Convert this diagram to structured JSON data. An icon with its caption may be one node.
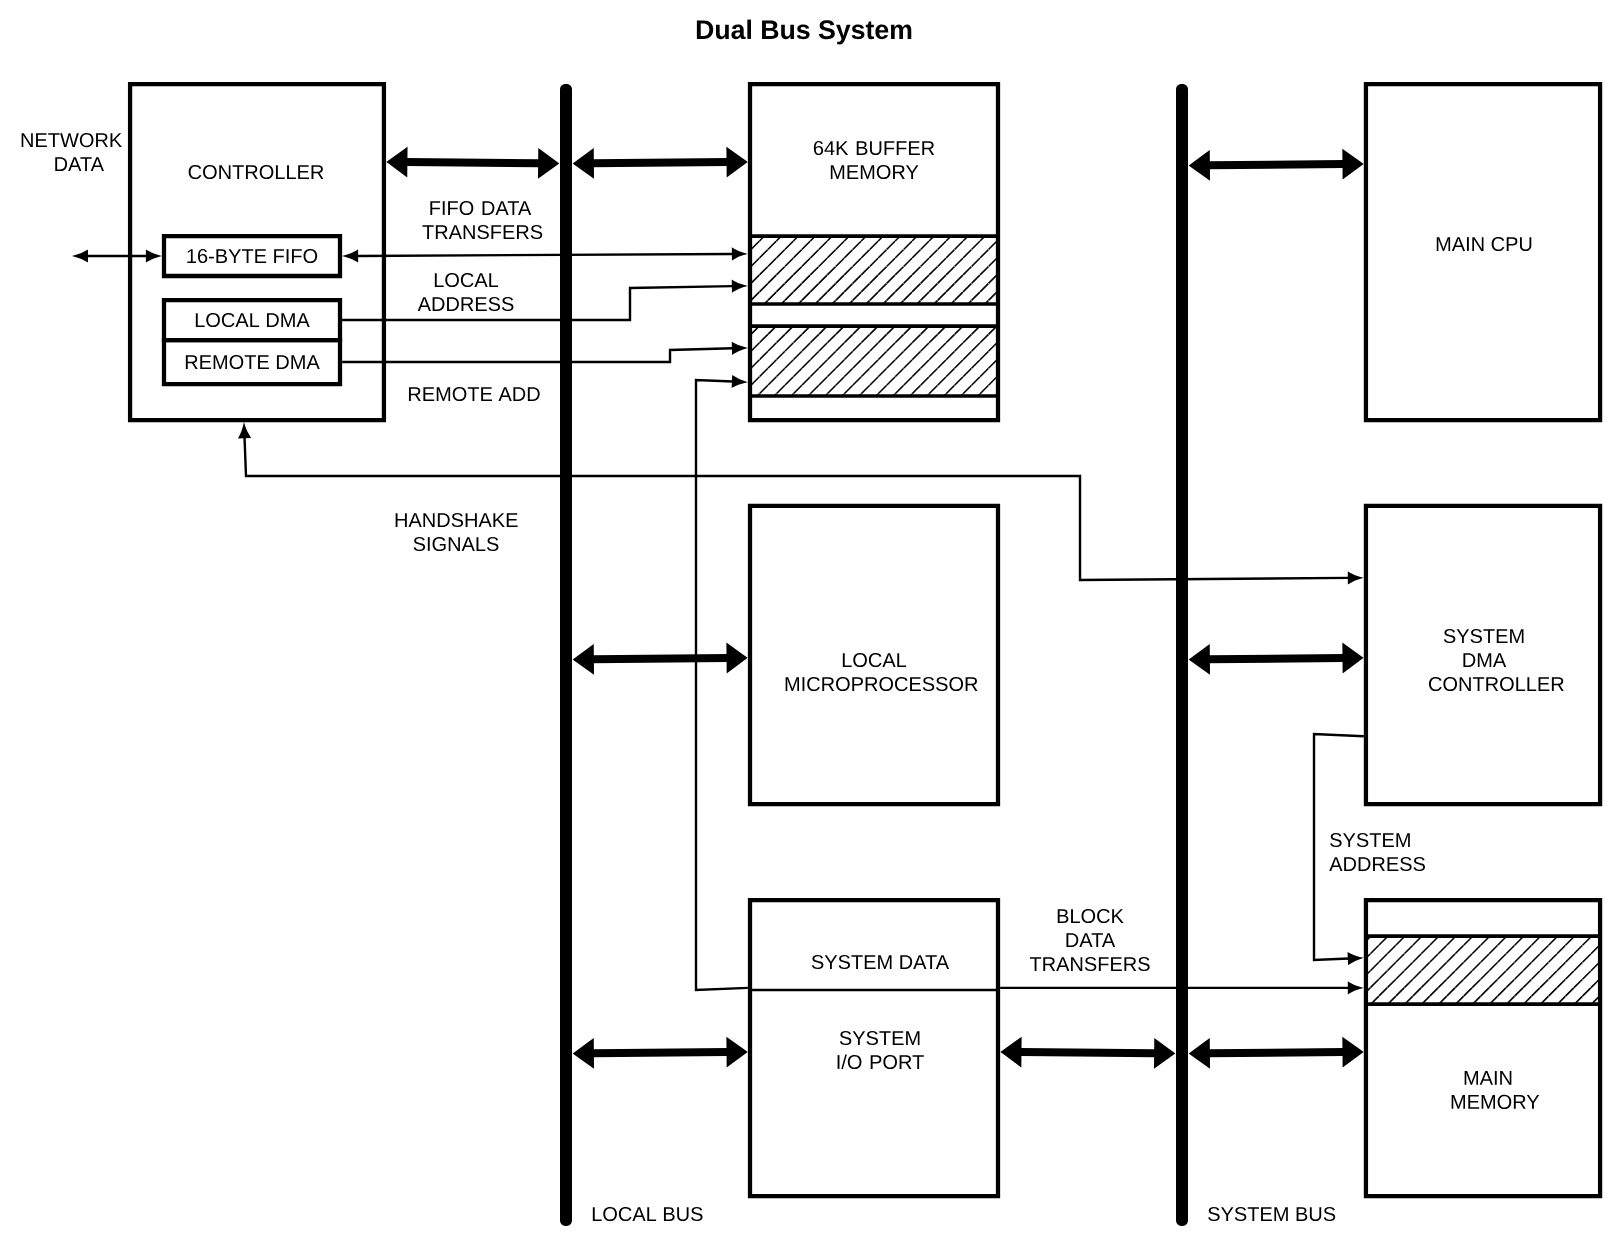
{
  "diagram": {
    "title": "Dual Bus System",
    "nodes": [
      {
        "text": [
          "CONTROLLER"
        ]
      },
      {
        "text": [
          "16-BYTE FIFO"
        ],
        "in": 0
      },
      {
        "text": [
          "LOCAL DMA"
        ],
        "in": 0
      },
      {
        "text": [
          "REMOTE DMA"
        ],
        "in": 0
      },
      {
        "text": [
          "LOCAL BUS"
        ]
      },
      {
        "text": [
          "64K BUFFER MEMORY"
        ]
      },
      {
        "text": [
          "SYSTEM BUS"
        ]
      },
      {
        "text": [
          "MAIN CPU"
        ]
      },
      {
        "text": [
          "LOCAL MICROPROCESSOR"
        ]
      },
      {
        "text": [
          "SYSTEM DMA CONTROLLER"
        ]
      },
      {
        "text": [
          "SYSTEM DATA",
          "SYSTEM I/O PORT"
        ]
      },
      {
        "text": [
          "MAIN MEMORY"
        ]
      }
    ],
    "edges": [
      {
        "from": null,
        "to": 1,
        "arrow": "both",
        "label": "NETWORK DATA"
      },
      {
        "from": 0,
        "to": 4,
        "arrow": "both",
        "style": "thick"
      },
      {
        "from": 4,
        "to": 5,
        "arrow": "both",
        "style": "thick"
      },
      {
        "from": 6,
        "to": 7,
        "arrow": "both",
        "style": "thick"
      },
      {
        "from": 1,
        "to": 5,
        "arrow": "both",
        "label": "FIFO DATA TRANSFERS"
      },
      {
        "from": 2,
        "to": 5,
        "arrow": "to",
        "label": "LOCAL ADDRESS"
      },
      {
        "from": 3,
        "to": 5,
        "arrow": "to",
        "label": "REMOTE ADD"
      },
      {
        "from": 0,
        "to": 9,
        "arrow": "both",
        "label": "HANDSHAKE SIGNALS"
      },
      {
        "from": 4,
        "to": 8,
        "arrow": "both",
        "style": "thick"
      },
      {
        "from": 6,
        "to": 9,
        "arrow": "both",
        "style": "thick"
      },
      {
        "from": 4,
        "to": 10,
        "arrow": "both",
        "style": "thick"
      },
      {
        "from": 10,
        "to": 6,
        "arrow": "both",
        "style": "thick"
      },
      {
        "from": 6,
        "to": 11,
        "arrow": "both",
        "style": "thick"
      },
      {
        "from": 10,
        "to": 5,
        "arrow": "to"
      },
      {
        "from": 10,
        "to": 11,
        "arrow": "to",
        "label": "BLOCK DATA TRANSFERS"
      },
      {
        "from": 9,
        "to": 11,
        "arrow": "to",
        "label": "SYSTEM ADDRESS"
      }
    ]
  }
}
